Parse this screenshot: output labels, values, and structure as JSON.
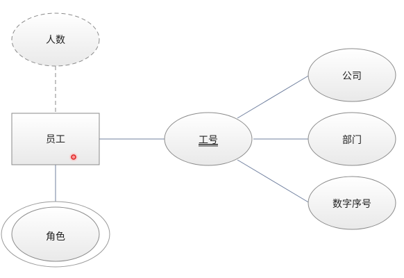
{
  "diagram": {
    "entity": {
      "label": "员工"
    },
    "key_attribute": {
      "label": "工号",
      "underlined": true
    },
    "derived_attribute": {
      "label": "人数",
      "border": "dashed"
    },
    "multivalued_attribute": {
      "label": "角色",
      "border": "double"
    },
    "attributes": [
      {
        "label": "公司"
      },
      {
        "label": "部门"
      },
      {
        "label": "数字序号"
      }
    ],
    "cursor_marker": {
      "color": "#e02020"
    }
  }
}
